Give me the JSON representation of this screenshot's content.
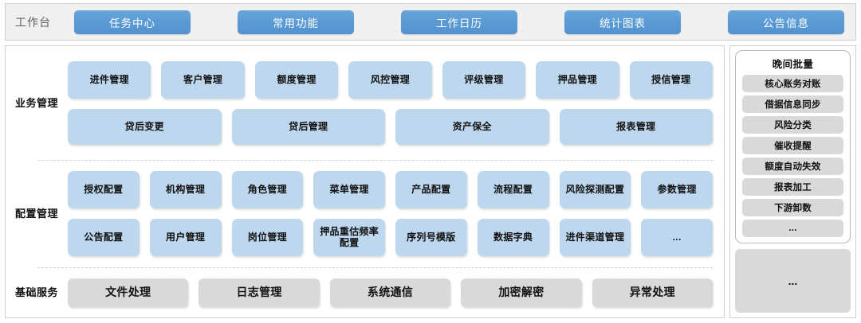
{
  "header": {
    "title": "工作台",
    "tabs": [
      {
        "label": "任务中心"
      },
      {
        "label": "常用功能"
      },
      {
        "label": "工作日历"
      },
      {
        "label": "统计图表"
      },
      {
        "label": "公告信息"
      }
    ],
    "accent_color": "#5b9bd5",
    "bar_bg": "#f0f0f0"
  },
  "sections": [
    {
      "label": "业务管理",
      "tile_color": "#bdd7ee",
      "rows": [
        [
          {
            "label": "进件管理"
          },
          {
            "label": "客户管理"
          },
          {
            "label": "额度管理"
          },
          {
            "label": "风控管理"
          },
          {
            "label": "评级管理"
          },
          {
            "label": "押品管理"
          },
          {
            "label": "授信管理"
          }
        ],
        [
          {
            "label": "贷后变更"
          },
          {
            "label": "贷后管理"
          },
          {
            "label": "资产保全"
          },
          {
            "label": "报表管理"
          }
        ]
      ]
    },
    {
      "label": "配置管理",
      "tile_color": "#bdd7ee",
      "rows": [
        [
          {
            "label": "授权配置"
          },
          {
            "label": "机构管理"
          },
          {
            "label": "角色管理"
          },
          {
            "label": "菜单管理"
          },
          {
            "label": "产品配置"
          },
          {
            "label": "流程配置"
          },
          {
            "label": "风险探测配置"
          },
          {
            "label": "参数管理"
          }
        ],
        [
          {
            "label": "公告配置"
          },
          {
            "label": "用户管理"
          },
          {
            "label": "岗位管理"
          },
          {
            "label": "押品重估频率配置"
          },
          {
            "label": "序列号模版"
          },
          {
            "label": "数据字典"
          },
          {
            "label": "进件渠道管理"
          },
          {
            "label": "..."
          }
        ]
      ]
    },
    {
      "label": "基础服务",
      "tile_color": "#d9d9d9",
      "rows": [
        [
          {
            "label": "文件处理"
          },
          {
            "label": "日志管理"
          },
          {
            "label": "系统通信"
          },
          {
            "label": "加密解密"
          },
          {
            "label": "异常处理"
          }
        ]
      ]
    }
  ],
  "right_panel": {
    "batch": {
      "title": "晚间批量",
      "items": [
        {
          "label": "核心账务对账"
        },
        {
          "label": "借据信息同步"
        },
        {
          "label": "风险分类"
        },
        {
          "label": "催收提醒"
        },
        {
          "label": "额度自动失效"
        },
        {
          "label": "报表加工"
        },
        {
          "label": "下游卸数"
        },
        {
          "label": "..."
        }
      ]
    },
    "more_label": "..."
  }
}
